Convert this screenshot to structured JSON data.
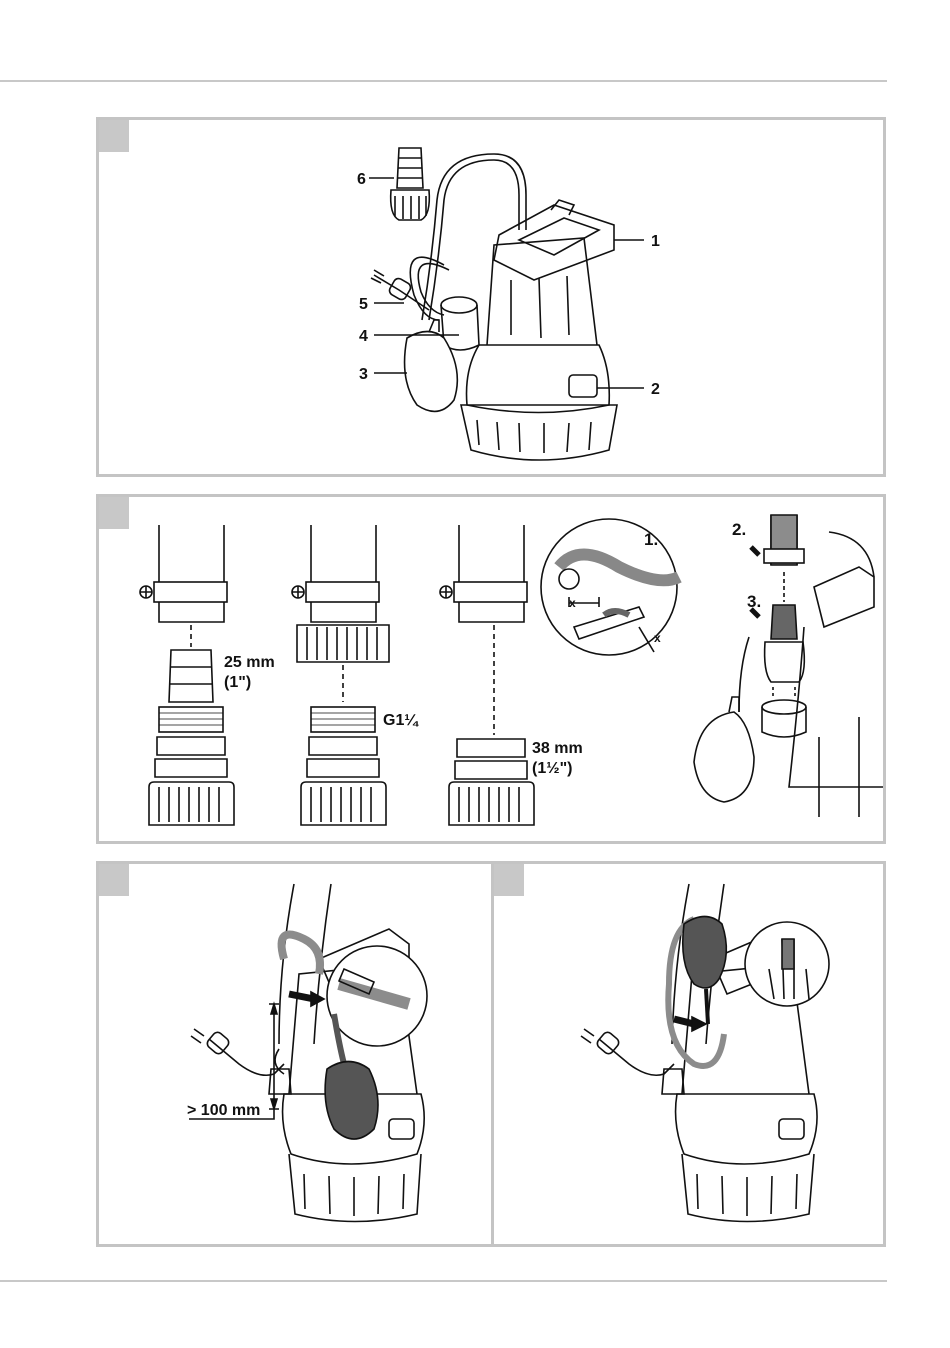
{
  "panel1": {
    "labels": [
      {
        "id": "1",
        "text": "1"
      },
      {
        "id": "2",
        "text": "2"
      },
      {
        "id": "3",
        "text": "3"
      },
      {
        "id": "4",
        "text": "4"
      },
      {
        "id": "5",
        "text": "5"
      },
      {
        "id": "6",
        "text": "6"
      }
    ]
  },
  "panel2": {
    "connector_25": {
      "size": "25 mm",
      "inch": "(1\")"
    },
    "connector_g": {
      "thread": "G1¼"
    },
    "connector_38": {
      "size": "38 mm",
      "inch": "(1½\")"
    },
    "steps": {
      "s1": "1.",
      "s2": "2.",
      "s3": "3."
    },
    "x_mark": "x"
  },
  "panel3": {
    "distance": "> 100 mm"
  },
  "colors": {
    "panel_border": "#c4c4c4",
    "line": "#111111",
    "hose_gray": "#8c8c8c",
    "float_dark": "#555555"
  }
}
